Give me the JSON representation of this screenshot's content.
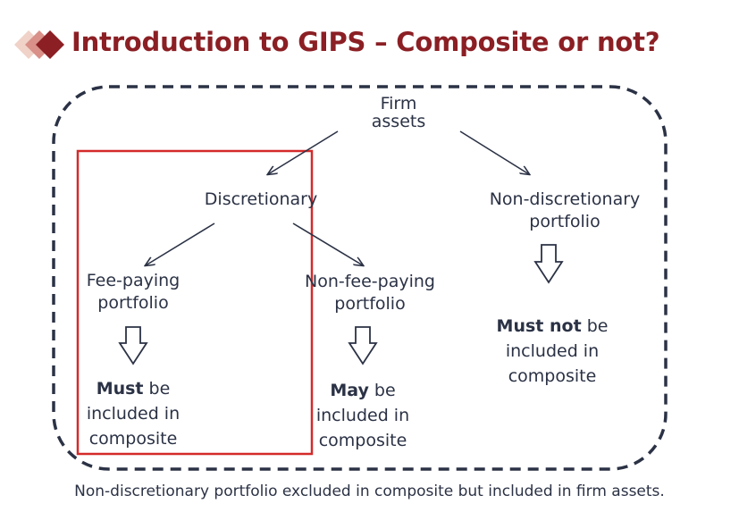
{
  "title": "Introduction to GIPS – Composite or not?",
  "colors": {
    "title": "#8b1f24",
    "text": "#2b3245",
    "dashed_border": "#2b3245",
    "highlight_box": "#d42a2a",
    "logo_light": "#f0d2c8",
    "logo_mid": "#d89088",
    "logo_dark": "#8b1f24"
  },
  "nodes": {
    "firm_assets": {
      "line1": "Firm",
      "line2": "assets"
    },
    "discretionary": {
      "label": "Discretionary"
    },
    "non_discretionary": {
      "line1": "Non-discretionary",
      "line2": "portfolio"
    },
    "fee_paying": {
      "line1": "Fee-paying",
      "line2": "portfolio"
    },
    "non_fee_paying": {
      "line1": "Non-fee-paying",
      "line2": "portfolio"
    }
  },
  "outcomes": {
    "must": {
      "bold": "Must",
      "rest": " be",
      "line2": "included in",
      "line3": "composite"
    },
    "may": {
      "bold": "May",
      "rest": " be",
      "line2": "included in",
      "line3": "composite"
    },
    "must_not": {
      "bold": "Must not",
      "rest": " be",
      "line2": "included in",
      "line3": "composite"
    }
  },
  "icons": {
    "logo": "stacked-diamonds-icon",
    "down_arrow": "hollow-down-arrow-icon"
  },
  "footer": "Non-discretionary portfolio excluded in composite but included in firm assets."
}
